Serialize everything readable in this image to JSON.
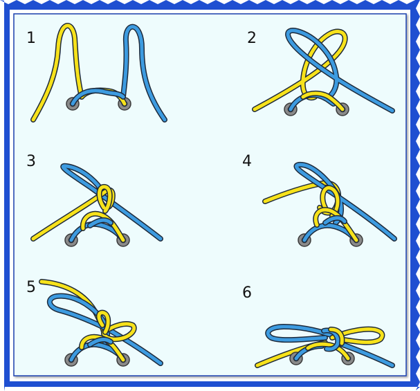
{
  "colors": {
    "frame": "#1f4fd1",
    "panel_bg": "#eefcfd",
    "lace_yellow": "#f7e21b",
    "lace_blue": "#3d9be0",
    "lace_outline": "#1e2a3a",
    "eyelet": "#8a8a8a"
  },
  "steps": [
    {
      "label": "1",
      "icon": "shoelace-step-1-icon"
    },
    {
      "label": "2",
      "icon": "shoelace-step-2-icon"
    },
    {
      "label": "3",
      "icon": "shoelace-step-3-icon"
    },
    {
      "label": "4",
      "icon": "shoelace-step-4-icon"
    },
    {
      "label": "5",
      "icon": "shoelace-step-5-icon"
    },
    {
      "label": "6",
      "icon": "shoelace-step-6-icon"
    }
  ]
}
